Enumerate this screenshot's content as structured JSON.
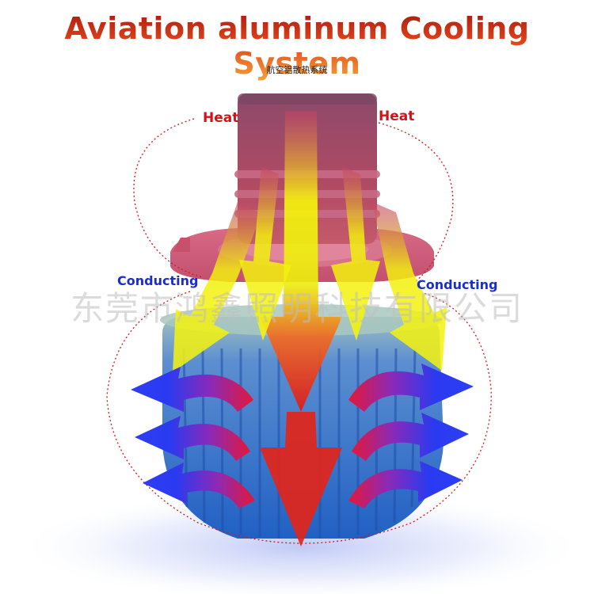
{
  "header": {
    "title": "Aviation aluminum Cooling System",
    "subtitle": "航空铝散热系统"
  },
  "labels": {
    "heat_left": "Heat",
    "heat_right": "Heat",
    "conducting_left": "Conducting",
    "conducting_right": "Conducting"
  },
  "watermark": "东莞市鸿鑫照明科技有限公司",
  "colors": {
    "title": "#d23a12",
    "heat_label": "#d0141a",
    "conducting_label": "#1a2ed0",
    "heat_arrow": "#f2f20a",
    "cooling_arrow": "#2d3cf0",
    "housing": "#3b7fd0"
  }
}
